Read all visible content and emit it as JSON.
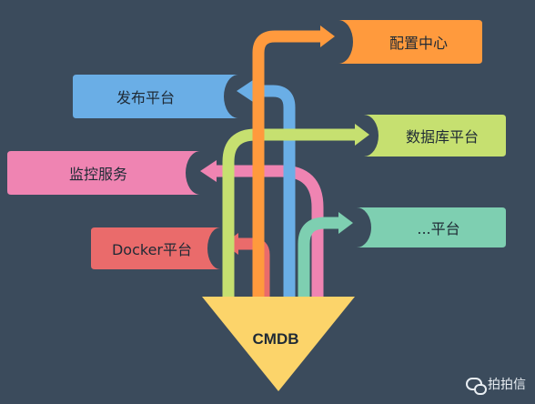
{
  "diagram": {
    "hub": {
      "label": "CMDB"
    },
    "targets": [
      {
        "id": "config",
        "label": "配置中心",
        "color": "#ff9a3d"
      },
      {
        "id": "release",
        "label": "发布平台",
        "color": "#6aaee6"
      },
      {
        "id": "database",
        "label": "数据库平台",
        "color": "#c6e070"
      },
      {
        "id": "monitor",
        "label": "监控服务",
        "color": "#ef84b2"
      },
      {
        "id": "other",
        "label": "...平台",
        "color": "#7ecfb1"
      },
      {
        "id": "docker",
        "label": "Docker平台",
        "color": "#ea6b6b"
      }
    ],
    "hub_color": "#fcd46a"
  },
  "watermark": {
    "text": "拍拍信",
    "icon": "wechat-icon"
  }
}
